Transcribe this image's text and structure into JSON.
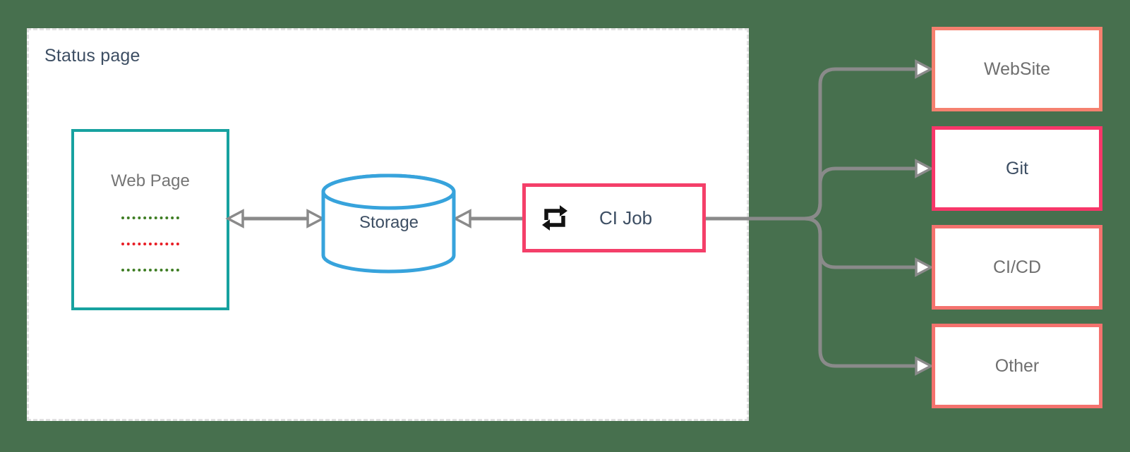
{
  "background_color": "#47704E",
  "container": {
    "fill": "#FFFFFF",
    "border_color": "#E1E1E1",
    "border_style": "dashed"
  },
  "status_page": {
    "title": "Status page",
    "web_page": {
      "label": "Web Page",
      "border_color": "#17A2A0",
      "text_color": "#757575",
      "status_lines": [
        {
          "name": "status-line-ok-1",
          "color": "#3E7D23"
        },
        {
          "name": "status-line-error",
          "color": "#E81D25"
        },
        {
          "name": "status-line-ok-2",
          "color": "#3E7D23"
        }
      ]
    },
    "storage": {
      "label": "Storage",
      "shape": "cylinder",
      "border_color": "#37A3DC",
      "text_color": "#3D4E63"
    },
    "ci_job": {
      "label": "CI Job",
      "border_color": "#F43F69",
      "text_color": "#3D4E63",
      "icon": "repeat-icon",
      "icon_color": "#121212"
    }
  },
  "targets": [
    {
      "label": "WebSite",
      "border_color": "#F5806F",
      "text_color": "#6F6F6F"
    },
    {
      "label": "Git",
      "border_color": "#F73769",
      "text_color": "#3D4E63"
    },
    {
      "label": "CI/CD",
      "border_color": "#F4726E",
      "text_color": "#6F6F6F"
    },
    {
      "label": "Other",
      "border_color": "#F4726E",
      "text_color": "#6F6F6F"
    }
  ],
  "connectors": {
    "line_color": "#8A8A8A",
    "arrowhead_fill": "#FFFFFF",
    "web_page_storage": "bidirectional",
    "ci_job_storage": "to-storage",
    "ci_job_targets": "branch-to-4"
  }
}
